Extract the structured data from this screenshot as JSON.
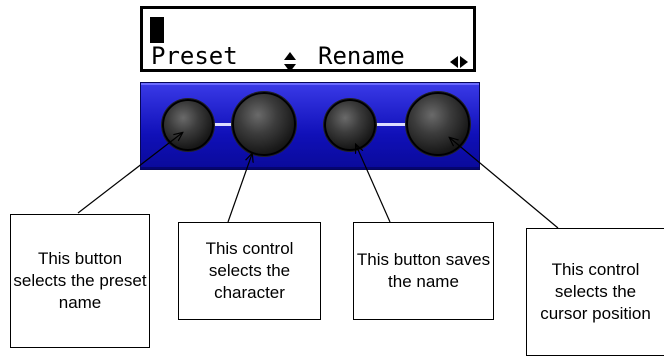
{
  "display": {
    "line_left": "Preset",
    "line_right": "Rename",
    "updown_icon": "up-down-arrow-icon",
    "leftright_icon": "left-right-arrow-icon"
  },
  "panel": {
    "color": "#1a1ad0",
    "knobs": [
      "preset-button",
      "character-control",
      "save-button",
      "cursor-control"
    ]
  },
  "callouts": [
    {
      "text": "This button selects the preset name"
    },
    {
      "text": "This control selects the character"
    },
    {
      "text": "This button saves the name"
    },
    {
      "text": "This control selects the cursor position"
    }
  ]
}
